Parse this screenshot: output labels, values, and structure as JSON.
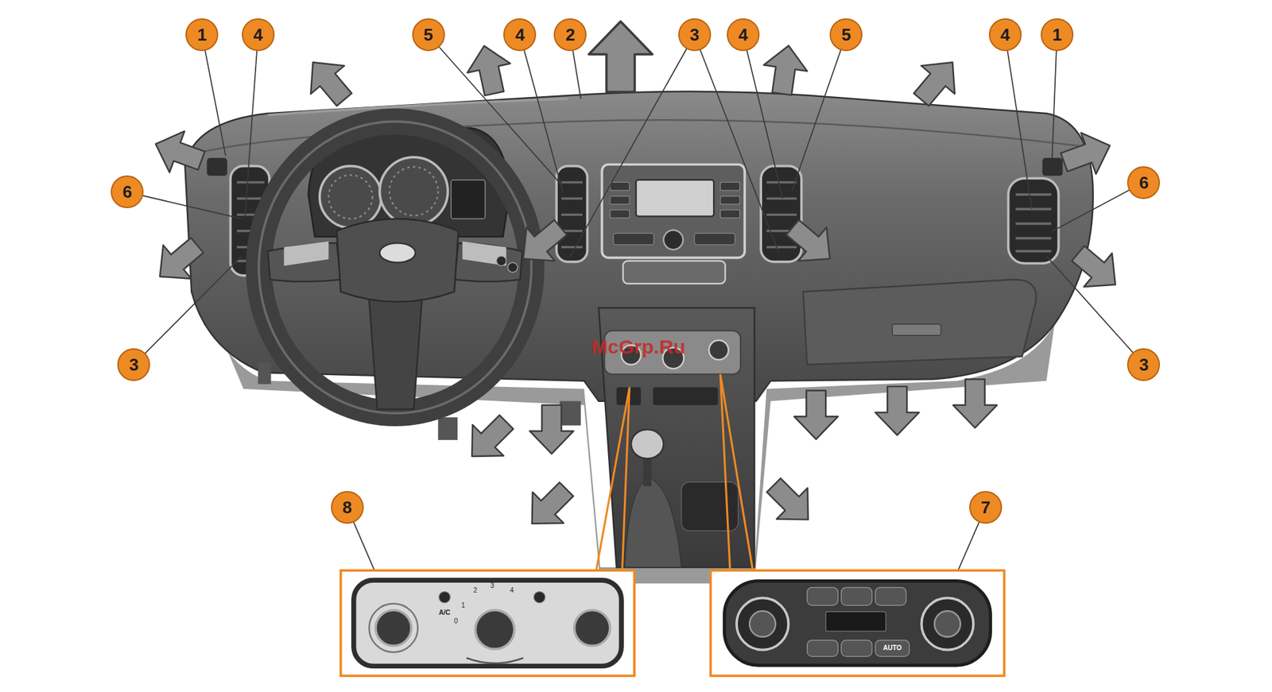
{
  "diagram": {
    "nodes": [
      {
        "text": [
          "1"
        ]
      },
      {
        "text": [
          "4"
        ]
      },
      {
        "text": [
          "5"
        ]
      },
      {
        "text": [
          "4"
        ]
      },
      {
        "text": [
          "2"
        ]
      },
      {
        "text": [
          "3"
        ]
      },
      {
        "text": [
          "4"
        ]
      },
      {
        "text": [
          "5"
        ]
      },
      {
        "text": [
          "4"
        ]
      },
      {
        "text": [
          "1"
        ]
      },
      {
        "text": [
          "6"
        ]
      },
      {
        "text": [
          "6"
        ]
      },
      {
        "text": [
          "3"
        ]
      },
      {
        "text": [
          "3"
        ]
      },
      {
        "text": [
          "8"
        ]
      },
      {
        "text": [
          "7"
        ]
      }
    ],
    "labels": [
      "McGrp.Ru",
      "A/C",
      "0",
      "1",
      "2",
      "3",
      "4",
      "AUTO"
    ]
  }
}
